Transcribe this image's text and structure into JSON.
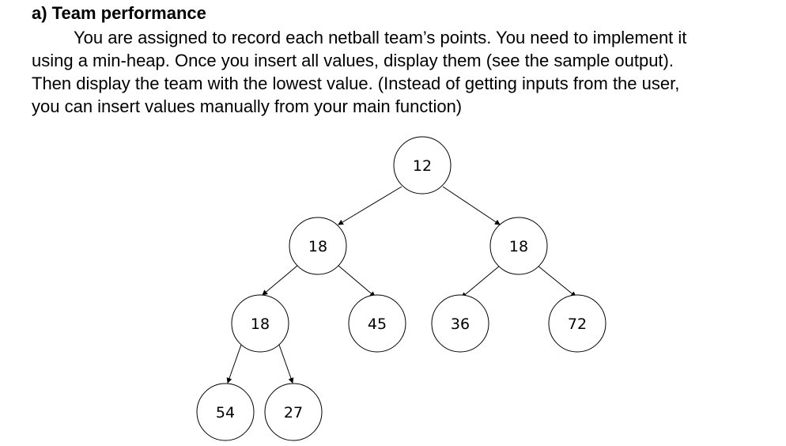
{
  "section": {
    "heading": "a) Team performance",
    "paragraph_lines": [
      "You are assigned to record each netball team’s points. You need to implement it",
      "using a min-heap. Once you insert all values, display them (see the sample output).",
      "Then display the team with the lowest value. (Instead of getting inputs from the user,",
      "you can insert values manually from your main function)"
    ]
  },
  "heap": {
    "values": [
      "12",
      "18",
      "18",
      "18",
      "45",
      "36",
      "72",
      "54",
      "27"
    ]
  }
}
